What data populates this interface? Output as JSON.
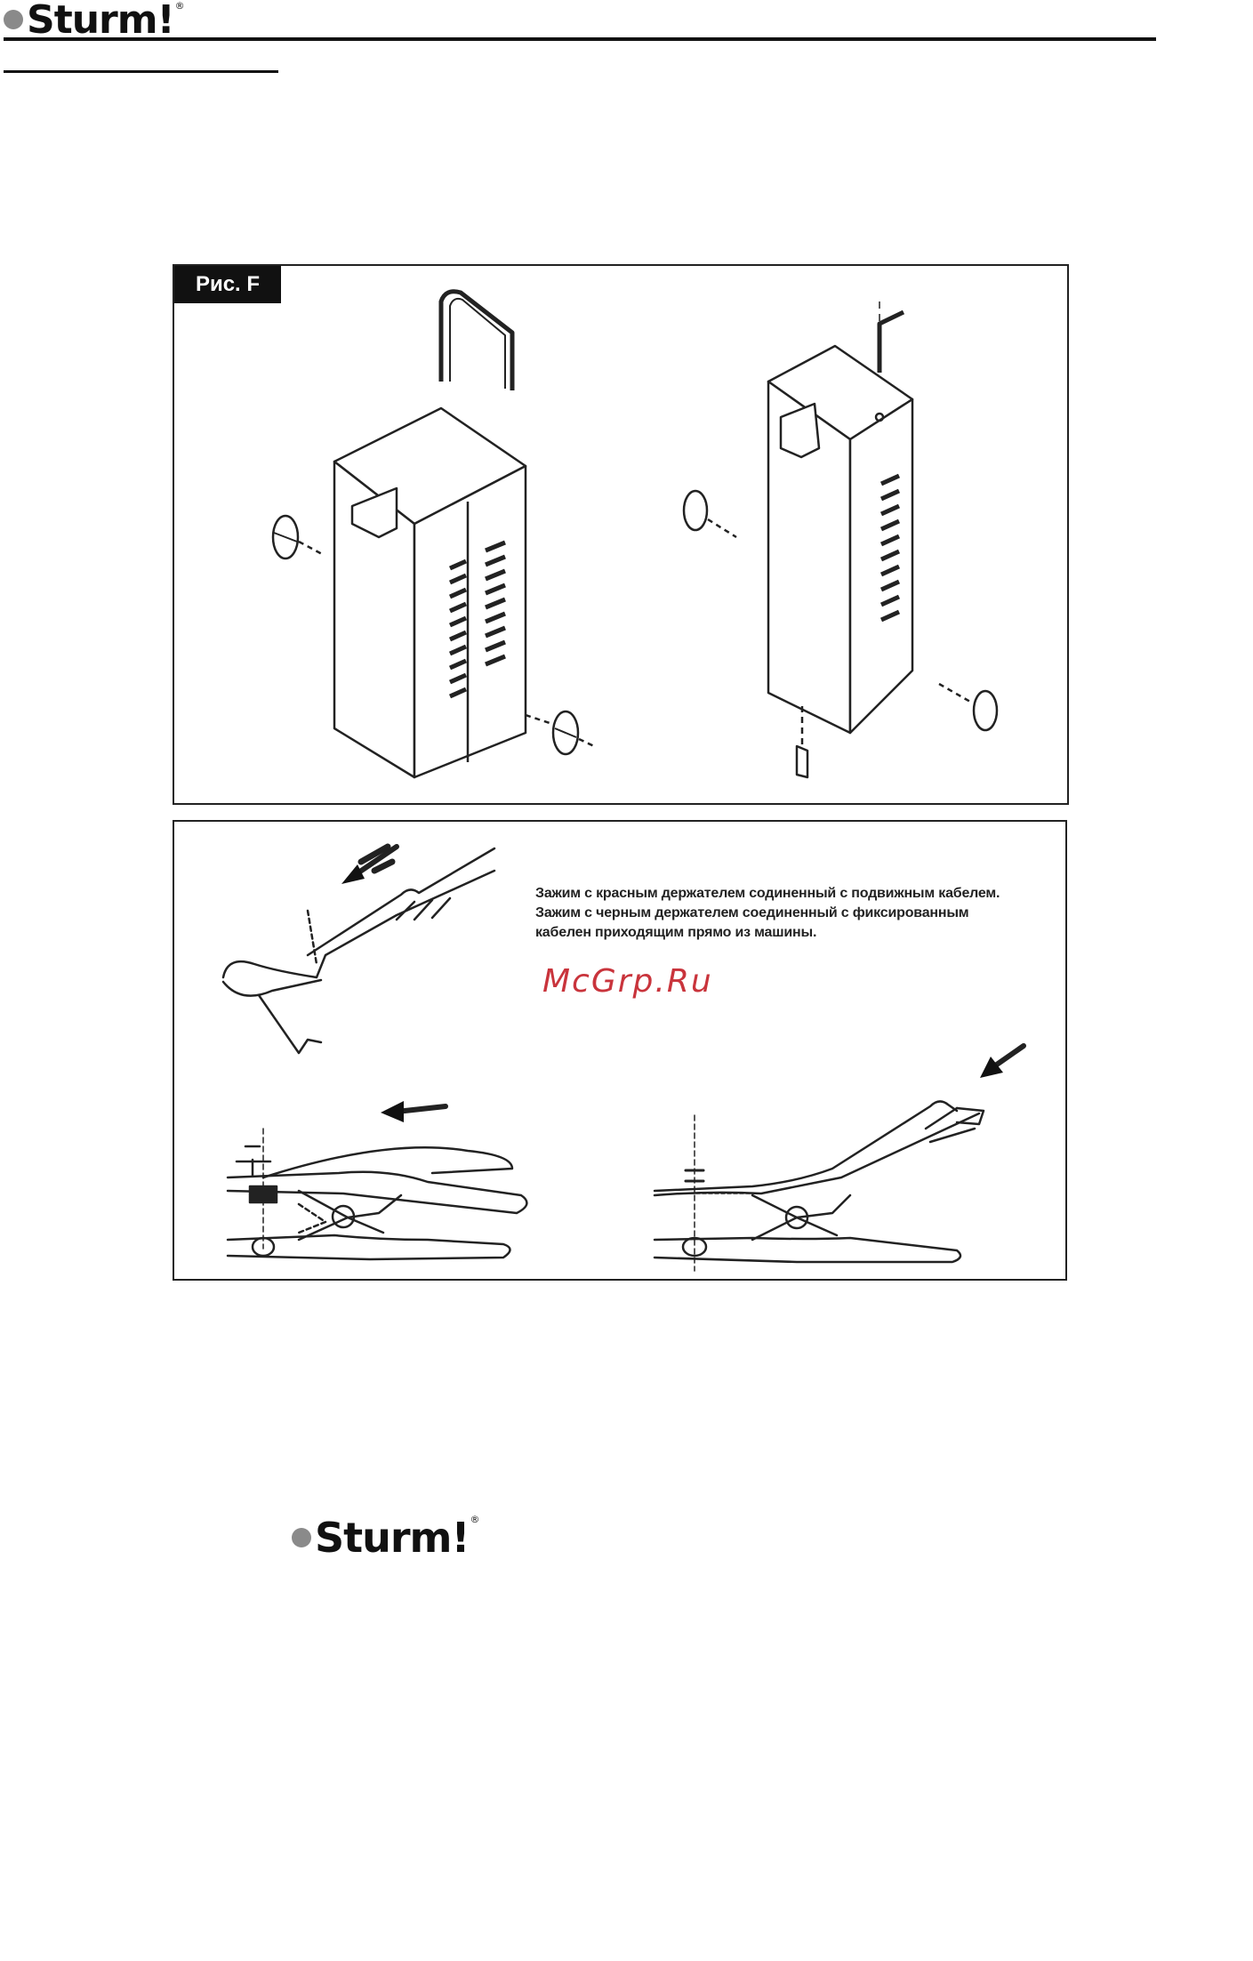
{
  "header": {
    "brand": "Sturm!",
    "registered": "®"
  },
  "figure_f": {
    "label": "Рис. F"
  },
  "clamp_panel": {
    "caption_lines": [
      "Зажим с красным держателем содиненный с подвижным кабелем.",
      "Зажим с черным держателем соединенный с фиксированным",
      "кабелен приходящим прямо из машины."
    ]
  },
  "watermark": "McGrp.Ru",
  "footer": {
    "brand": "Sturm!",
    "registered": "®"
  },
  "colors": {
    "watermark": "#c9343c",
    "logo_dot": "#8a8a8a",
    "ink": "#111111"
  }
}
